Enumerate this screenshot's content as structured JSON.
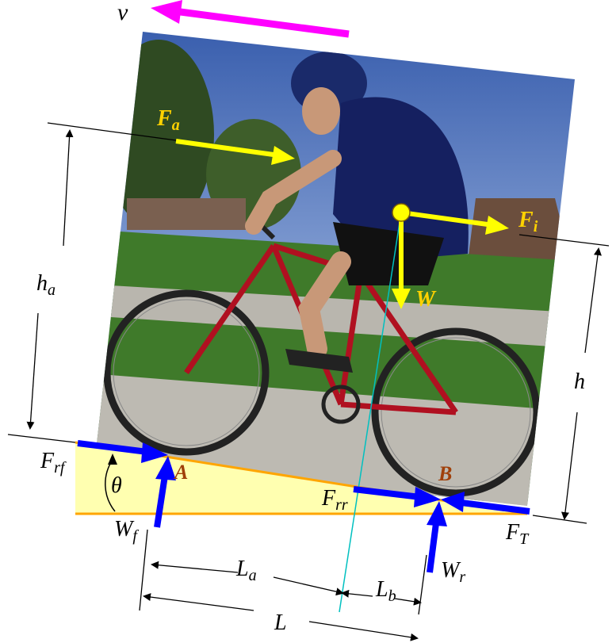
{
  "labels": {
    "v": "v",
    "Fa": {
      "main": "F",
      "sub": "a"
    },
    "Fi": {
      "main": "F",
      "sub": "i"
    },
    "W": "W",
    "ha": {
      "main": "h",
      "sub": "a"
    },
    "h": "h",
    "Frf": {
      "main": "F",
      "sub": "rf"
    },
    "theta": "θ",
    "A": "A",
    "B": "B",
    "Frr": {
      "main": "F",
      "sub": "rr"
    },
    "FT": {
      "main": "F",
      "sub": "T"
    },
    "Wf": {
      "main": "W",
      "sub": "f"
    },
    "Wr": {
      "main": "W",
      "sub": "r"
    },
    "La": {
      "main": "L",
      "sub": "a"
    },
    "Lb": {
      "main": "L",
      "sub": "b"
    },
    "L": "L"
  },
  "colors": {
    "velocity": "#ff00ff",
    "force_yellow": "#ffff00",
    "force_blue": "#0000ff",
    "ground": "#ffa500",
    "ground_fill": "#ffffb0",
    "point_label": "#a0400a",
    "vertical_line": "#00c0c0"
  }
}
